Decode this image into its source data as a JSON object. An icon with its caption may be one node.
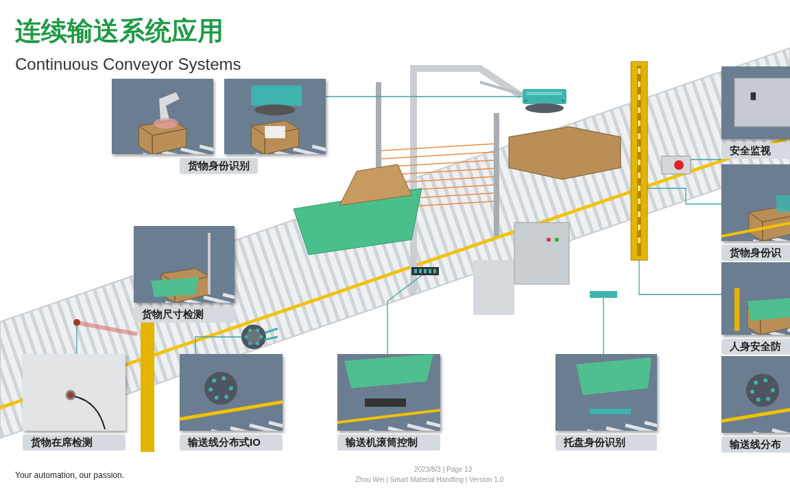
{
  "diagram": {
    "title": "连续输送系统应用",
    "nodes": [
      {
        "text": [
          "货物身份识别"
        ]
      },
      {
        "text": [
          "货物尺寸检测"
        ]
      },
      {
        "text": [
          "货物在席检测"
        ]
      },
      {
        "text": [
          "输送线分布式IO"
        ]
      },
      {
        "text": [
          "输送机滚筒控制"
        ]
      },
      {
        "text": [
          "托盘身份识别"
        ]
      },
      {
        "text": [
          "安全监视"
        ]
      },
      {
        "text": [
          "货物身份识"
        ]
      },
      {
        "text": [
          "人身安全防"
        ]
      },
      {
        "text": [
          "输送线分布"
        ]
      },
      {
        "text": [],
        "shape": "picture"
      },
      {
        "text": [],
        "shape": "picture"
      },
      {
        "text": [],
        "shape": "picture"
      },
      {
        "text": [],
        "shape": "picture"
      },
      {
        "text": [],
        "shape": "picture"
      },
      {
        "text": [],
        "shape": "picture"
      },
      {
        "text": [],
        "shape": "picture"
      }
    ],
    "edges": [
      {
        "from": 0,
        "to": 10,
        "arrow": "none"
      },
      {
        "from": 2,
        "to": 11,
        "arrow": "none"
      },
      {
        "from": 3,
        "to": 12,
        "arrow": "none"
      },
      {
        "from": 4,
        "to": 13,
        "arrow": "none"
      },
      {
        "from": 5,
        "to": 14,
        "arrow": "none"
      },
      {
        "from": 6,
        "to": 15,
        "arrow": "none"
      },
      {
        "from": 7,
        "to": 16,
        "arrow": "none"
      },
      {
        "from": 8,
        "to": 16,
        "arrow": "none"
      }
    ],
    "labels": [
      "Continuous Conveyor Systems",
      "Your automation, our passion.",
      "2023/8/3 | Page 13",
      "Zhou Wei | Smart Material Handling | Version 1.0"
    ]
  }
}
